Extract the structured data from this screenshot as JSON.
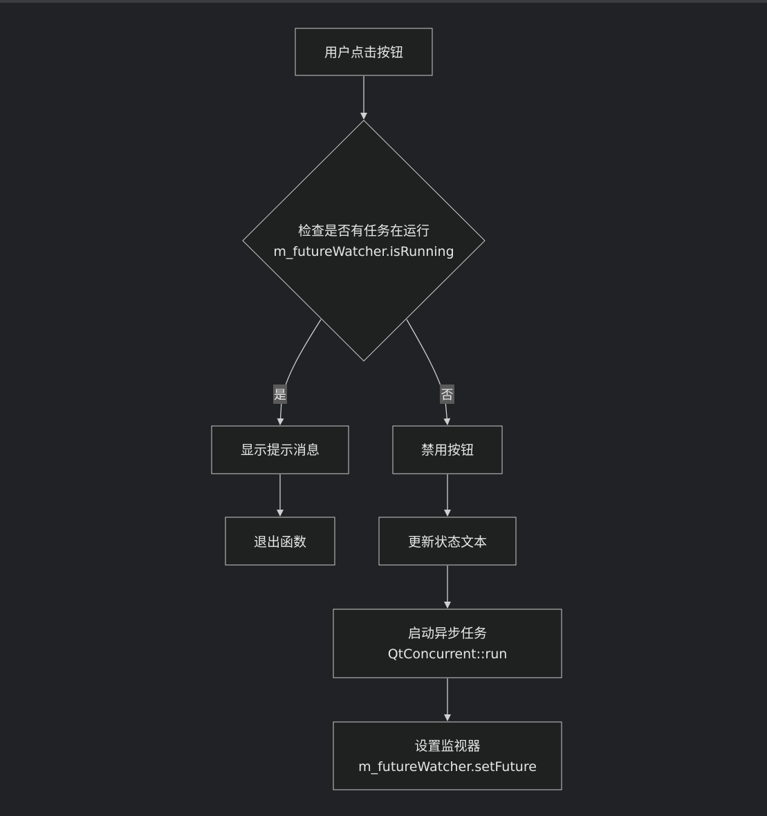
{
  "nodes": {
    "start": {
      "label": "用户点击按钮"
    },
    "check": {
      "label": "检查是否有任务在运行",
      "sublabel": "m_futureWatcher.isRunning"
    },
    "show_message": {
      "label": "显示提示消息"
    },
    "exit_function": {
      "label": "退出函数"
    },
    "disable_button": {
      "label": "禁用按钮"
    },
    "update_status": {
      "label": "更新状态文本"
    },
    "start_async": {
      "label": "启动异步任务",
      "sublabel": "QtConcurrent::run"
    },
    "set_watcher": {
      "label": "设置监视器",
      "sublabel": "m_futureWatcher.setFuture"
    }
  },
  "edges": {
    "yes_label": "是",
    "no_label": "否"
  },
  "colors": {
    "background": "#212225",
    "node_fill": "#1f2020",
    "node_stroke": "#cccccc",
    "edge": "#d0d0d0",
    "edge_label_bg": "#5a5a5a",
    "text": "#e6e6e6"
  }
}
